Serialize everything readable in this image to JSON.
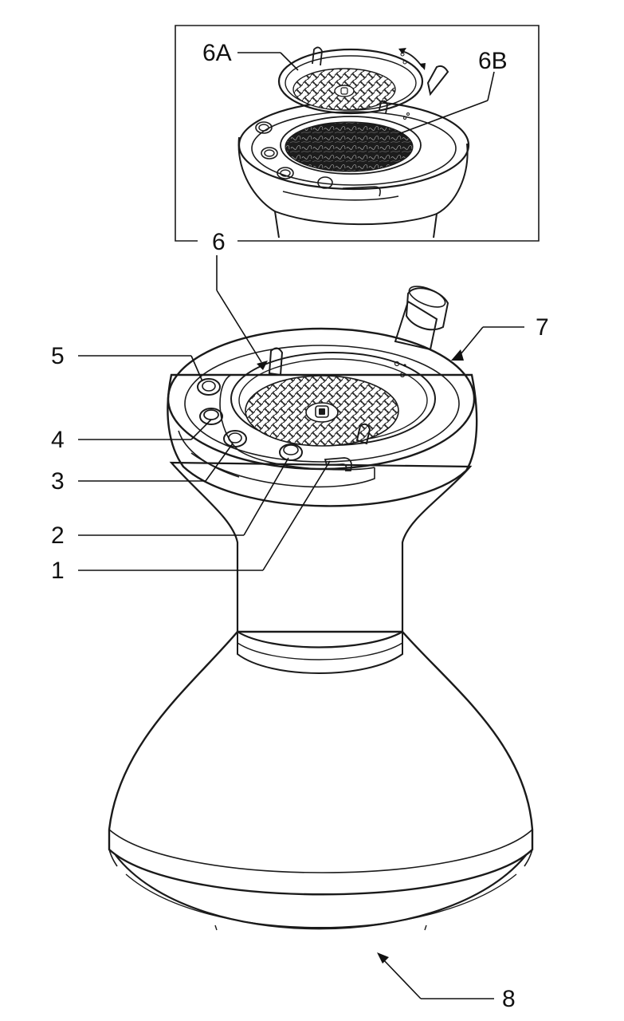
{
  "diagram": {
    "callouts": [
      {
        "id": "6A",
        "text": "6A"
      },
      {
        "id": "6B",
        "text": "6B"
      },
      {
        "id": "6",
        "text": "6"
      },
      {
        "id": "7",
        "text": "7"
      },
      {
        "id": "5",
        "text": "5"
      },
      {
        "id": "4",
        "text": "4"
      },
      {
        "id": "3",
        "text": "3"
      },
      {
        "id": "2",
        "text": "2"
      },
      {
        "id": "1",
        "text": "1"
      },
      {
        "id": "8",
        "text": "8"
      }
    ],
    "line_color": "#1a1a1a",
    "panel_bg": "#ffffff"
  }
}
